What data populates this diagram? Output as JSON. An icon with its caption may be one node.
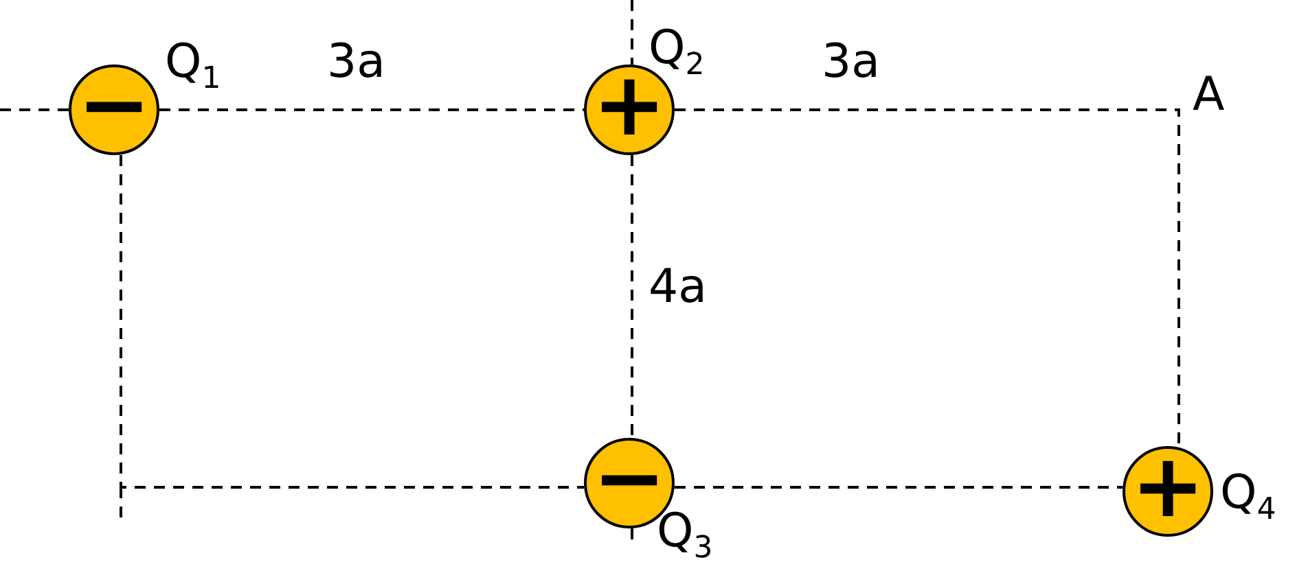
{
  "diagram": {
    "nodes": [
      {
        "text": [
          "−"
        ],
        "beside": [
          "Q$_{1}$"
        ]
      },
      {
        "text": [
          "+"
        ],
        "beside": [
          "Q$_{2}$"
        ]
      },
      {
        "text": [
          "−"
        ],
        "beside": [
          "Q$_{3}$"
        ]
      },
      {
        "text": [
          "+"
        ],
        "beside": [
          "Q$_{4}$"
        ]
      }
    ],
    "edges": [
      {
        "from": 0,
        "to": 1,
        "arrow": "none",
        "style": "dashed"
      },
      {
        "from": 1,
        "to": 2,
        "arrow": "none",
        "style": "dashed"
      },
      {
        "from": 2,
        "to": 3,
        "arrow": "none",
        "style": "dashed"
      },
      {
        "from": 0,
        "to": 2,
        "arrow": "none",
        "style": "dashed"
      },
      {
        "from": 1,
        "to": 3,
        "arrow": "none",
        "style": "dashed"
      }
    ],
    "labels": [
      "3a",
      "3a",
      "A",
      "4a"
    ]
  }
}
